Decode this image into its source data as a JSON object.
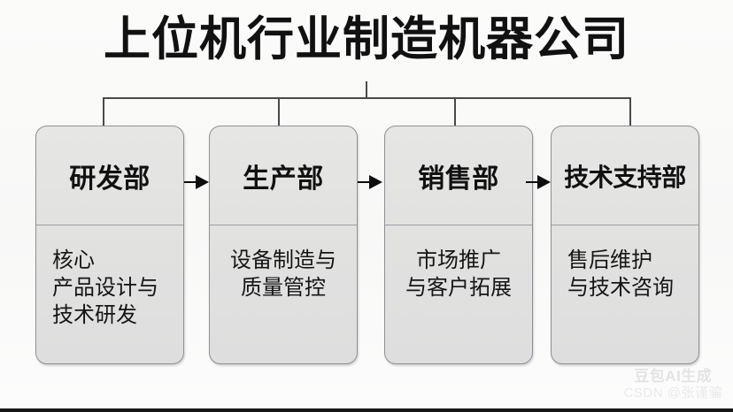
{
  "diagram": {
    "title": "上位机行业制造机器公司",
    "type": "org-chart",
    "departments": [
      {
        "id": "rd",
        "name": "研发部",
        "description": "核心\n产品设计与\n技术研发",
        "body_align": "left"
      },
      {
        "id": "production",
        "name": "生产部",
        "description": "设备制造与\n质量管控",
        "body_align": "center"
      },
      {
        "id": "sales",
        "name": "销售部",
        "description": "市场推广\n与客户拓展",
        "body_align": "center"
      },
      {
        "id": "support",
        "name": "技术支持部",
        "description": "售后维护\n与技术咨询",
        "body_align": "left"
      }
    ],
    "flow_arrows": [
      {
        "from": "研发部",
        "to": "生产部"
      },
      {
        "from": "生产部",
        "to": "销售部"
      },
      {
        "from": "销售部",
        "to": "技术支持部"
      }
    ]
  },
  "watermark": {
    "primary": "豆包AI生成",
    "secondary": "CSDN @张谨骗"
  },
  "colors": {
    "background": "#f9f9f8",
    "box_fill": "#e3e3e2",
    "box_border": "#8e9093",
    "connector": "#4a4a4a",
    "text": "#111111",
    "arrow": "#0d0d0d"
  }
}
